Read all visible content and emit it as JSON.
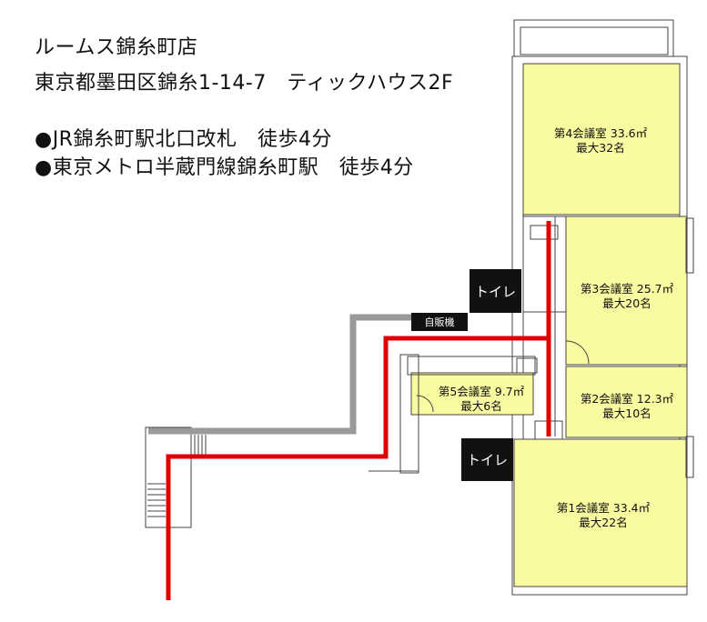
{
  "store": {
    "name": "ルームス錦糸町店",
    "address": "東京都墨田区錦糸1-14-7　ティックハウス2F"
  },
  "access": [
    "●JR錦糸町駅北口改札　徒歩4分",
    "●東京メトロ半蔵門線錦糸町駅　徒歩4分"
  ],
  "rooms": {
    "r4": {
      "name": "第4会議室 33.6㎡",
      "capacity": "最大32名"
    },
    "r3": {
      "name": "第3会議室 25.7㎡",
      "capacity": "最大20名"
    },
    "r2": {
      "name": "第2会議室 12.3㎡",
      "capacity": "最大10名"
    },
    "r1": {
      "name": "第1会議室 33.4㎡",
      "capacity": "最大22名"
    },
    "r5": {
      "name": "第5会議室 9.7㎡",
      "capacity": "最大6名"
    }
  },
  "labels": {
    "toilet_upper": "トイレ",
    "toilet_lower": "トイレ",
    "vending": "自販機"
  },
  "colors": {
    "room_fill": "#fafaa0",
    "route": "#e00000",
    "corridor_gray": "#9a9a9a",
    "wall": "#444444"
  }
}
